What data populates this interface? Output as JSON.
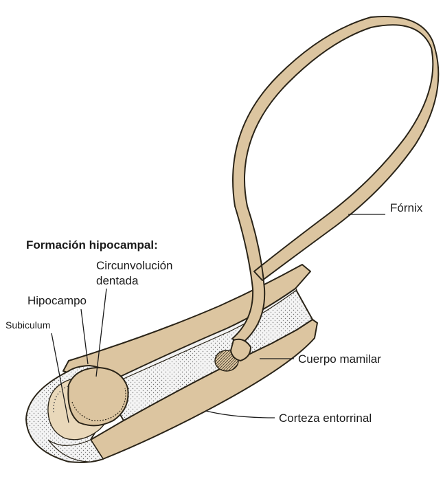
{
  "diagram": {
    "title": "Formación hipocampal:",
    "labels": {
      "fornix": "Fórnix",
      "circunvolucion_line1": "Circunvolución",
      "circunvolucion_line2": "dentada",
      "hipocampo": "Hipocampo",
      "subiculum": "Subiculum",
      "cuerpo_mamilar": "Cuerpo mamilar",
      "corteza_entorrinal": "Corteza entorrinal"
    },
    "colors": {
      "tissue": "#dcc5a0",
      "outline": "#2a2418",
      "cut_face": "#eeeeee",
      "text": "#1a1a1a",
      "background": "#ffffff"
    }
  }
}
